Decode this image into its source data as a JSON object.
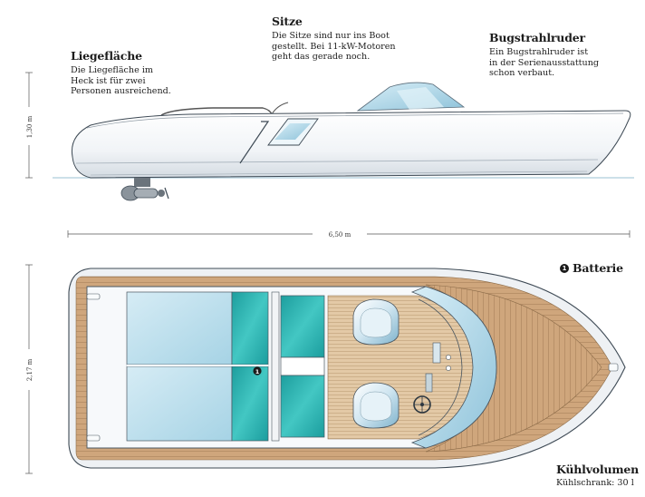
{
  "annotations": {
    "liegeflaeche": {
      "title": "Liegefläche",
      "text_lines": [
        "Die Liegefläche im",
        "Heck ist für zwei",
        "Personen ausreichend."
      ]
    },
    "sitze": {
      "title": "Sitze",
      "text_lines": [
        "Die Sitze sind nur ins Boot",
        "gestellt. Bei 11-kW-Motoren",
        "geht das gerade noch."
      ]
    },
    "bugstrahlruder": {
      "title": "Bugstrahlruder",
      "text_lines": [
        "Ein Bugstrahlruder ist",
        "in der Serienausstattung",
        "schon verbaut."
      ]
    },
    "batterie": {
      "marker": "1",
      "title": "Batterie"
    },
    "kuehlvolumen": {
      "title": "Kühlvolumen",
      "text": "Kühlschrank: 30 l"
    }
  },
  "dimensions": {
    "height": "1,30 m",
    "length": "6,50 m",
    "width": "2,17 m"
  },
  "colors": {
    "hull": "#f3f5f7",
    "hull_shadow": "#cfd6dd",
    "glass": "#a7d3e6",
    "teak": "#c9a27a",
    "teak_line": "#a9825a",
    "cushion_dark": "#27b3b1",
    "cushion_light": "#bfe0ee",
    "water": "#bdd6e2"
  }
}
